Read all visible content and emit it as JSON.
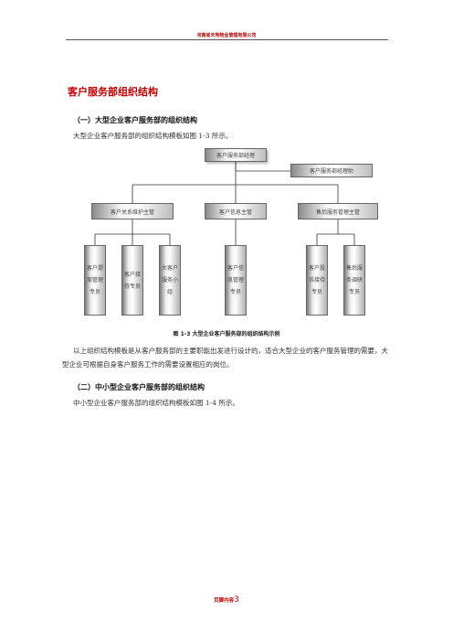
{
  "header": {
    "text": "河南省天地物业管理有限公司"
  },
  "title": "客户服务部组织结构",
  "section1": {
    "heading": "（一）大型企业客户服务部的组织结构",
    "intro": "大型企业客户服务部的组织结构模板如图 1-3 所示。"
  },
  "org_chart": {
    "root": "客户服务部经理",
    "assistant": "客户服务部经理助",
    "level2": [
      "客户关系维护主管",
      "客户信息主管",
      "售后服务管理主管"
    ],
    "leaves": [
      "客户提案管理专员",
      "客户接待专员",
      "大客户服务小组",
      "客户信息管理专员",
      "客户投诉接待专员",
      "售后服务调研专员"
    ],
    "caption": "图 1-3    大型企业客户服务部的组织结构示例"
  },
  "paragraph": "以上组织结构模板是从客户服务部的主要职能出发进行设计的，适合大型企业的客户服务管理的需要，大型企业可根据自身客户服务工作的需要设置相应的岗位。",
  "section2": {
    "heading": "（二）中小型企业客户服务部的组织结构",
    "intro": "中小型企业客户服务部的组织结构模板如图 1-4 所示。"
  },
  "footer": {
    "label": "页脚内容",
    "page": "3"
  }
}
